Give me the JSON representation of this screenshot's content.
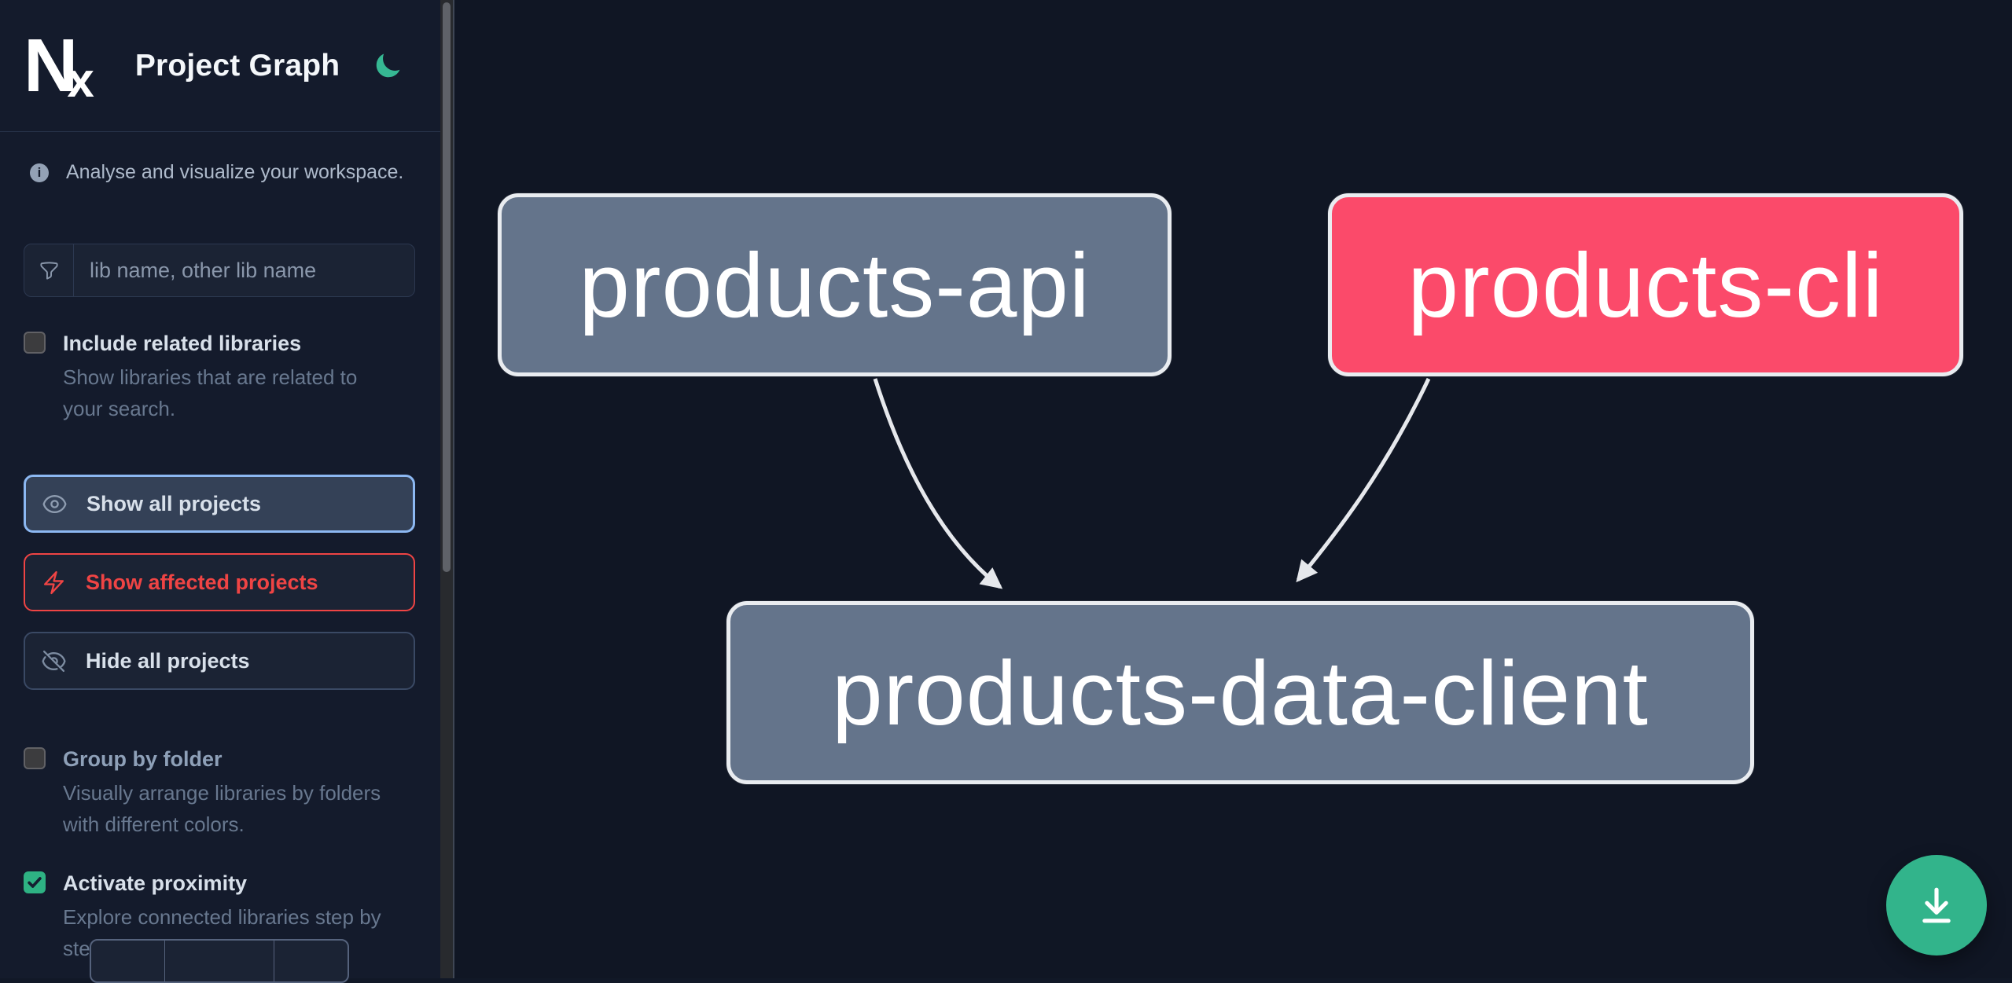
{
  "app": {
    "logo_text_n": "N",
    "logo_text_x": "x",
    "title": "Project Graph"
  },
  "sidebar": {
    "tagline": "Analyse and visualize your workspace.",
    "search": {
      "placeholder": "lib name, other lib name",
      "icon": "filter-funnel-icon"
    },
    "options": [
      {
        "id": "include-related-libraries",
        "label": "Include related libraries",
        "description": "Show libraries that are related to your search.",
        "checked": false
      },
      {
        "id": "group-by-folder",
        "label": "Group by folder",
        "description": "Visually arrange libraries by folders with different colors.",
        "checked": false
      },
      {
        "id": "activate-proximity",
        "label": "Activate proximity",
        "description": "Explore connected libraries step by step.",
        "checked": true
      }
    ],
    "actions": [
      {
        "id": "show-all",
        "label": "Show all projects",
        "icon": "eye-icon",
        "state": "selected"
      },
      {
        "id": "show-affected",
        "label": "Show affected projects",
        "icon": "lightning-bolt-icon",
        "state": "danger"
      },
      {
        "id": "hide-all",
        "label": "Hide all projects",
        "icon": "eye-off-icon",
        "state": "default"
      }
    ]
  },
  "graph": {
    "nodes": [
      {
        "label": "products-api",
        "type": "default"
      },
      {
        "label": "products-cli",
        "type": "affected"
      },
      {
        "label": "products-data-client",
        "type": "default"
      }
    ],
    "edges": [
      {
        "from": "products-api",
        "to": "products-data-client"
      },
      {
        "from": "products-cli",
        "to": "products-data-client"
      }
    ]
  },
  "fab": {
    "icon": "download-icon"
  },
  "theme": {
    "toggle_icon": "moon-icon"
  },
  "colors": {
    "accent_green": "#32b48b",
    "moon_green": "#36b893",
    "affected_pink": "#fb4a6a",
    "node_gray": "#64748b",
    "node_border": "#e9ecf0",
    "edge_gray": "#e6e8ec",
    "selected_border_blue": "#8cb8f2",
    "danger_red": "#ef4444",
    "sidebar_bg": "#141b2c",
    "canvas_bg": "#101624"
  }
}
